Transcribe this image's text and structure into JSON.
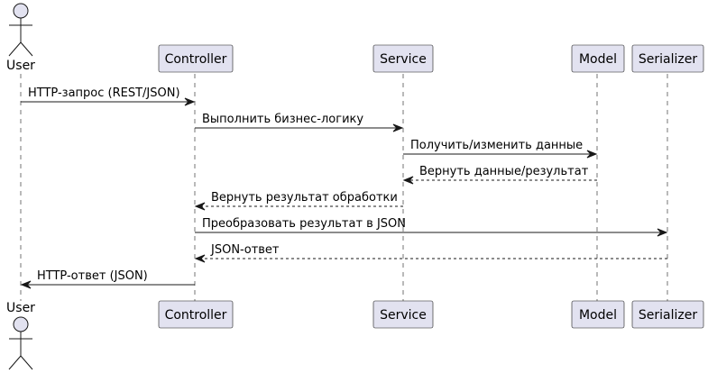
{
  "colors": {
    "participant_fill": "#E2E2F0",
    "participant_stroke": "#181818",
    "lifeline": "#181818",
    "arrow": "#181818"
  },
  "participants": [
    {
      "id": "user",
      "label": "User",
      "kind": "actor"
    },
    {
      "id": "controller",
      "label": "Controller",
      "kind": "box"
    },
    {
      "id": "service",
      "label": "Service",
      "kind": "box"
    },
    {
      "id": "model",
      "label": "Model",
      "kind": "box"
    },
    {
      "id": "serializer",
      "label": "Serializer",
      "kind": "box"
    }
  ],
  "messages": [
    {
      "from": "user",
      "to": "controller",
      "label": "HTTP-запрос (REST/JSON)",
      "style": "solid"
    },
    {
      "from": "controller",
      "to": "service",
      "label": "Выполнить бизнес-логику",
      "style": "solid"
    },
    {
      "from": "service",
      "to": "model",
      "label": "Получить/изменить данные",
      "style": "solid"
    },
    {
      "from": "model",
      "to": "service",
      "label": "Вернуть данные/результат",
      "style": "dashed"
    },
    {
      "from": "service",
      "to": "controller",
      "label": "Вернуть результат обработки",
      "style": "dashed"
    },
    {
      "from": "controller",
      "to": "serializer",
      "label": "Преобразовать результат в JSON",
      "style": "solid"
    },
    {
      "from": "serializer",
      "to": "controller",
      "label": "JSON-ответ",
      "style": "dashed"
    },
    {
      "from": "controller",
      "to": "user",
      "label": "HTTP-ответ (JSON)",
      "style": "solid"
    }
  ]
}
